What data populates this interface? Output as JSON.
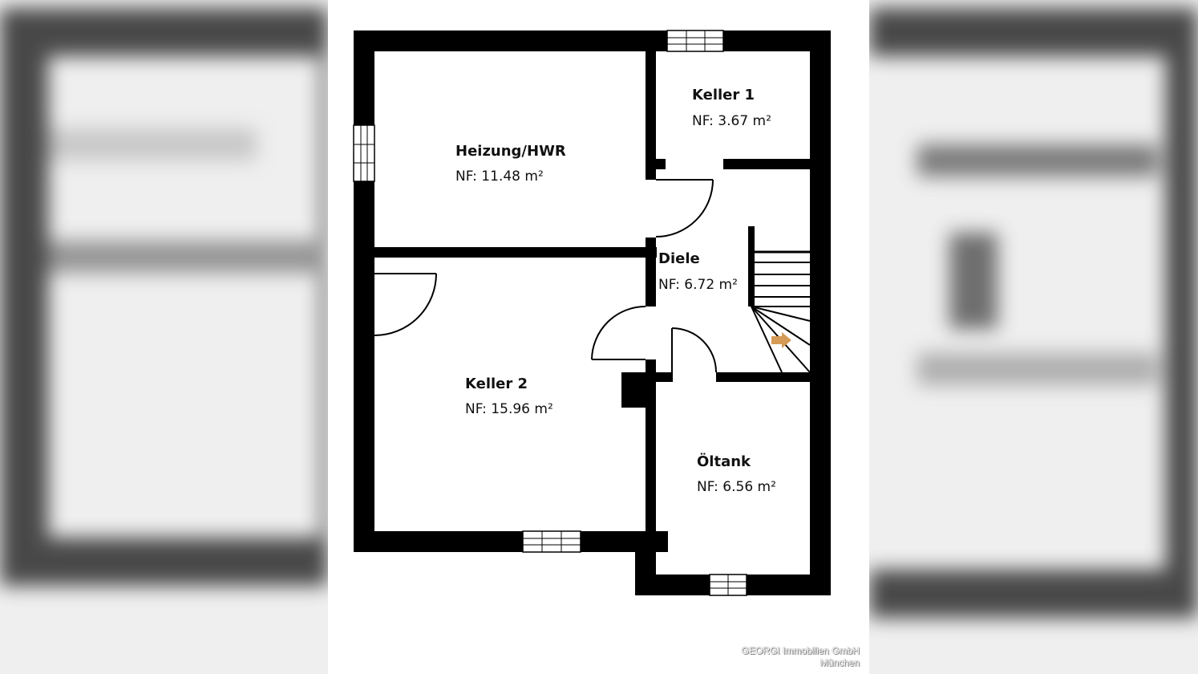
{
  "rooms": [
    {
      "name": "Heizung/HWR",
      "area": "NF: 11.48 m²"
    },
    {
      "name": "Keller 1",
      "area": "NF: 3.67 m²"
    },
    {
      "name": "Diele",
      "area": "NF: 6.72 m²"
    },
    {
      "name": "Keller 2",
      "area": "NF: 15.96 m²"
    },
    {
      "name": "Öltank",
      "area": "NF: 6.56 m²"
    }
  ],
  "watermark": {
    "company": "GEORGI Immobilien GmbH",
    "city": "München"
  },
  "colors": {
    "wall": "#000000",
    "stair_arrow": "#d59a55",
    "background": "#ffffff"
  },
  "icons": {
    "stair_direction": "arrow-right-icon"
  }
}
